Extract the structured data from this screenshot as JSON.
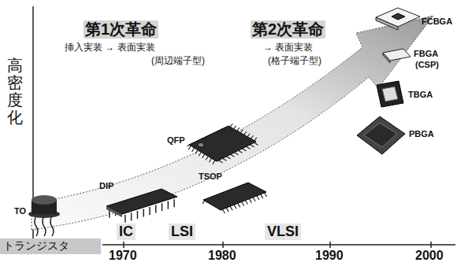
{
  "diagram": {
    "nodes": [
      {
        "text": [
          "トランジスタ"
        ]
      }
    ],
    "labels": [
      "高密度化",
      "第1次革命",
      "挿入実装 → 表面実装",
      "(周辺端子型)",
      "第2次革命",
      "→ 表面実装",
      "(格子端子型)",
      "FCBGA",
      "FBGA",
      "(CSP)",
      "TBGA",
      "PBGA",
      "QFP",
      "TSOP",
      "DIP",
      "TO",
      "IC",
      "LSI",
      "VLSI",
      "1970",
      "1980",
      "1990",
      "2000"
    ]
  }
}
